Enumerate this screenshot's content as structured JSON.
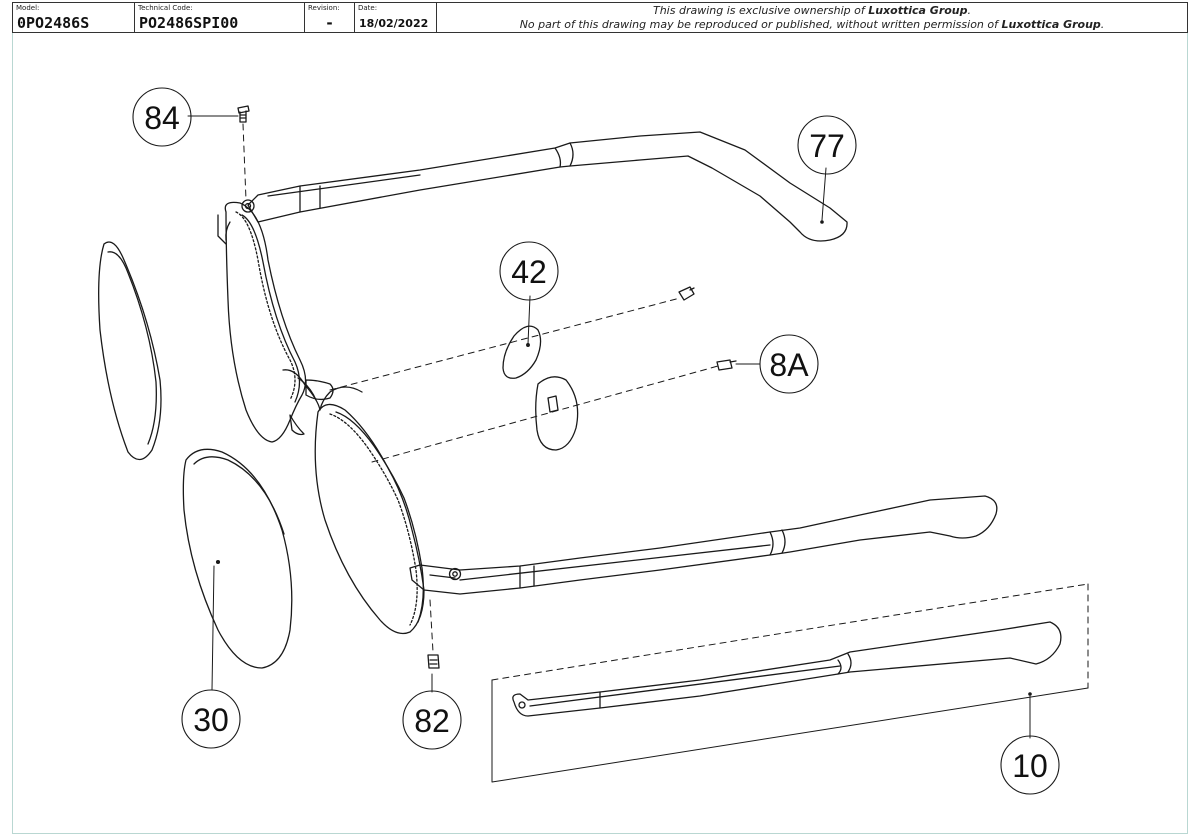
{
  "title_block": {
    "model_label": "Model:",
    "model_value": "0PO2486S",
    "technical_code_label": "Technical Code:",
    "technical_code_value": "PO2486SPI00",
    "revision_label": "Revision:",
    "revision_value": "-",
    "date_label": "Date:",
    "date_value": "18/02/2022",
    "notice_line1_a": "This drawing is exclusive ownership of ",
    "notice_line1_owner": "Luxottica Group",
    "notice_line1_b": ".",
    "notice_line2_a": "No part of this drawing may be reproduced or published, without written permission of ",
    "notice_line2_owner": "Luxottica Group",
    "notice_line2_b": "."
  },
  "callouts": {
    "screw_top": "84",
    "temple_tip": "77",
    "nose_pad": "42",
    "pad_arm": "8A",
    "lens": "30",
    "screw_bottom": "82",
    "temple_assembly": "10"
  },
  "colors": {
    "line": "#1a1a1a",
    "frame_border": "#b9d7d2"
  }
}
